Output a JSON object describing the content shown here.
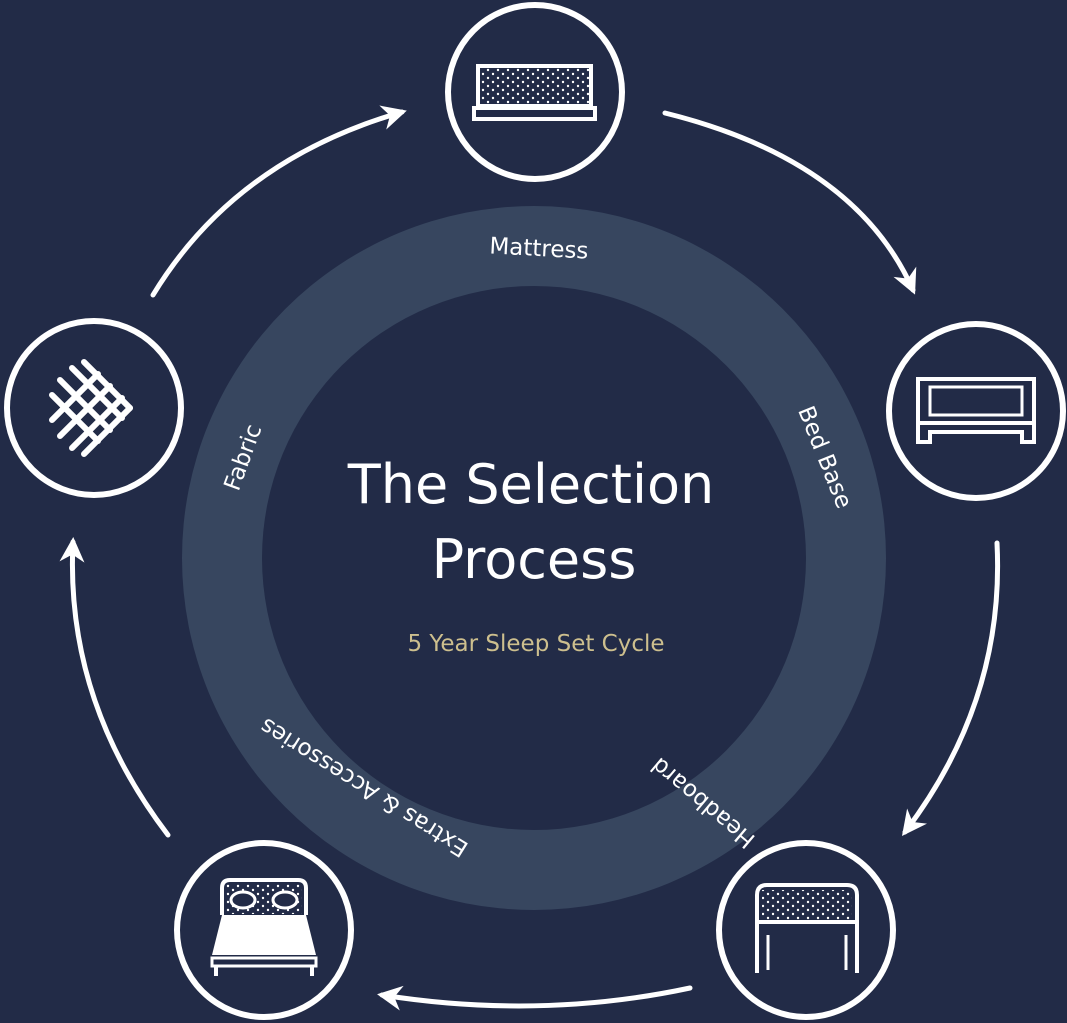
{
  "diagram": {
    "title_line1": "The Selection",
    "title_line2": "Process",
    "subtitle": "5 Year Sleep Set Cycle",
    "stages": [
      {
        "label": "Mattress",
        "icon": "mattress-icon"
      },
      {
        "label": "Bed Base",
        "icon": "bed-base-icon"
      },
      {
        "label": "Headboard",
        "icon": "headboard-icon"
      },
      {
        "label": "Extras & Accessories",
        "icon": "bed-with-pillows-icon"
      },
      {
        "label": "Fabric",
        "icon": "fabric-weave-icon"
      }
    ],
    "colors": {
      "background": "#222b47",
      "ring": "#37465f",
      "inner": "#222b47",
      "icon": "#ffffff",
      "subtitle": "#cdbf8e"
    }
  }
}
